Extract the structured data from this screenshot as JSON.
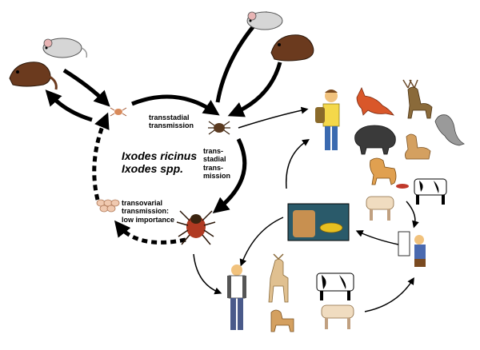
{
  "species": {
    "line1": "Ixodes ricinus",
    "line2": "Ixodes spp."
  },
  "labels": {
    "transstadial_top": [
      "transstadial",
      "transmission"
    ],
    "transstadial_side": [
      "trans-",
      "stadial",
      "trans-",
      "mission"
    ],
    "transovarial": [
      "transovarial",
      "transmission:",
      "low importance"
    ]
  },
  "icons": {
    "tick_stages": [
      "tick-larva-icon",
      "tick-nymph-icon",
      "tick-adult-icon",
      "tick-eggs-icon"
    ],
    "rodent_hosts": [
      "mouse-icon",
      "vole-icon"
    ],
    "wild_hosts": [
      "fox-icon",
      "deer-icon",
      "wild-boar-icon",
      "marten-icon",
      "fawn-icon"
    ],
    "domestic_hosts": [
      "dog-icon",
      "cow-icon",
      "goat-icon",
      "sheep-icon"
    ],
    "human_hosts": [
      "hiker-icon",
      "farmer-milking-icon",
      "man-standing-icon"
    ],
    "food": [
      "milk-products-icon"
    ]
  },
  "colors": {
    "arrow": "#000000",
    "tick_body": "#5a3a20",
    "tick_red": "#c0392b"
  }
}
